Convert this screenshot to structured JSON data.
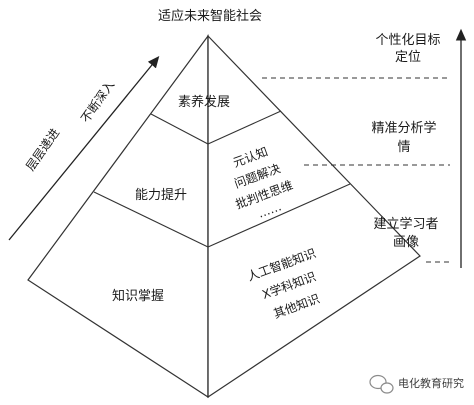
{
  "title": "适应未来智能社会",
  "left_arrows": {
    "outer": "层层递进",
    "inner": "不断深入"
  },
  "pyramid_layers": {
    "top": "素养发展",
    "middle": "能力提升",
    "bottom": "知识掌握"
  },
  "right_face": {
    "upper": [
      "元认知",
      "问题解决",
      "批判性思维",
      "……"
    ],
    "lower": [
      "人工智能知识",
      "X学科知识",
      "其他知识"
    ]
  },
  "right_axis": {
    "top": [
      "个性化目标",
      "定位"
    ],
    "middle": [
      "精准分析学",
      "情"
    ],
    "bottom": [
      "建立学习者",
      "画像"
    ]
  },
  "watermark": "电化教育研究"
}
